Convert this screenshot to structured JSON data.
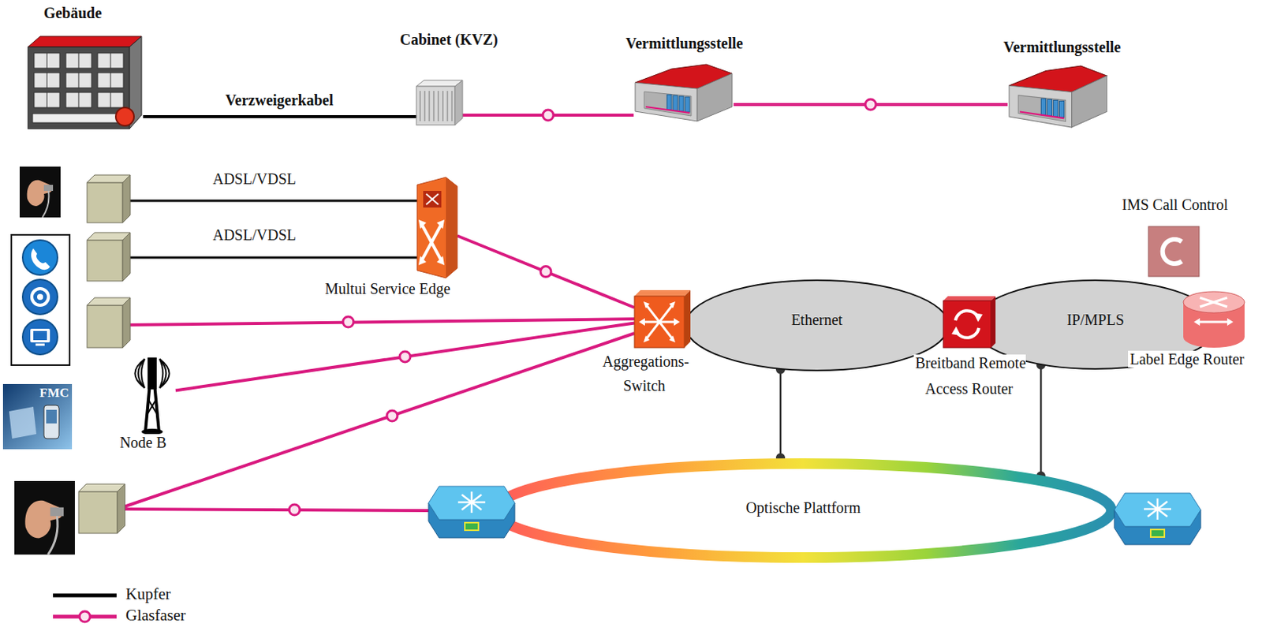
{
  "diagram": {
    "nodes": [
      {
        "text": [
          "Gebäude"
        ]
      },
      {
        "text": [
          "Cabinet (KVZ)"
        ]
      },
      {
        "text": [
          "Vermittlungsstelle"
        ]
      },
      {
        "text": [
          "Vermittlungsstelle"
        ]
      },
      {
        "text": [
          "Multui Service Edge"
        ]
      },
      {
        "text": [
          "FMC"
        ]
      },
      {
        "text": [
          "Node B"
        ]
      },
      {
        "text": [
          "Aggregations- Switch"
        ]
      },
      {
        "text": [
          "Ethernet"
        ]
      },
      {
        "text": [
          "Breitband Remote Access Router"
        ]
      },
      {
        "text": [
          "IMS Call Control"
        ]
      },
      {
        "text": [
          "IP/MPLS"
        ]
      },
      {
        "text": [
          "Label Edge Router"
        ]
      },
      {
        "text": [
          "Optische Plattform"
        ]
      }
    ],
    "edges": [
      {
        "from": 0,
        "to": 1,
        "arrow": "none",
        "label": "Verzweigerkabel"
      },
      {
        "from": 1,
        "to": 2,
        "arrow": "none"
      },
      {
        "from": 2,
        "to": 3,
        "arrow": "none"
      },
      {
        "from": 4,
        "to": 7,
        "arrow": "none"
      },
      {
        "from": 6,
        "to": 7,
        "arrow": "none"
      },
      {
        "from": 8,
        "to": 13,
        "arrow": "none"
      },
      {
        "from": 11,
        "to": 13,
        "arrow": "none"
      }
    ],
    "labels": [
      "ADSL/VDSL",
      "ADSL/VDSL"
    ],
    "legend": [
      {
        "text": "Kupfer"
      },
      {
        "text": "Glasfaser"
      }
    ]
  }
}
